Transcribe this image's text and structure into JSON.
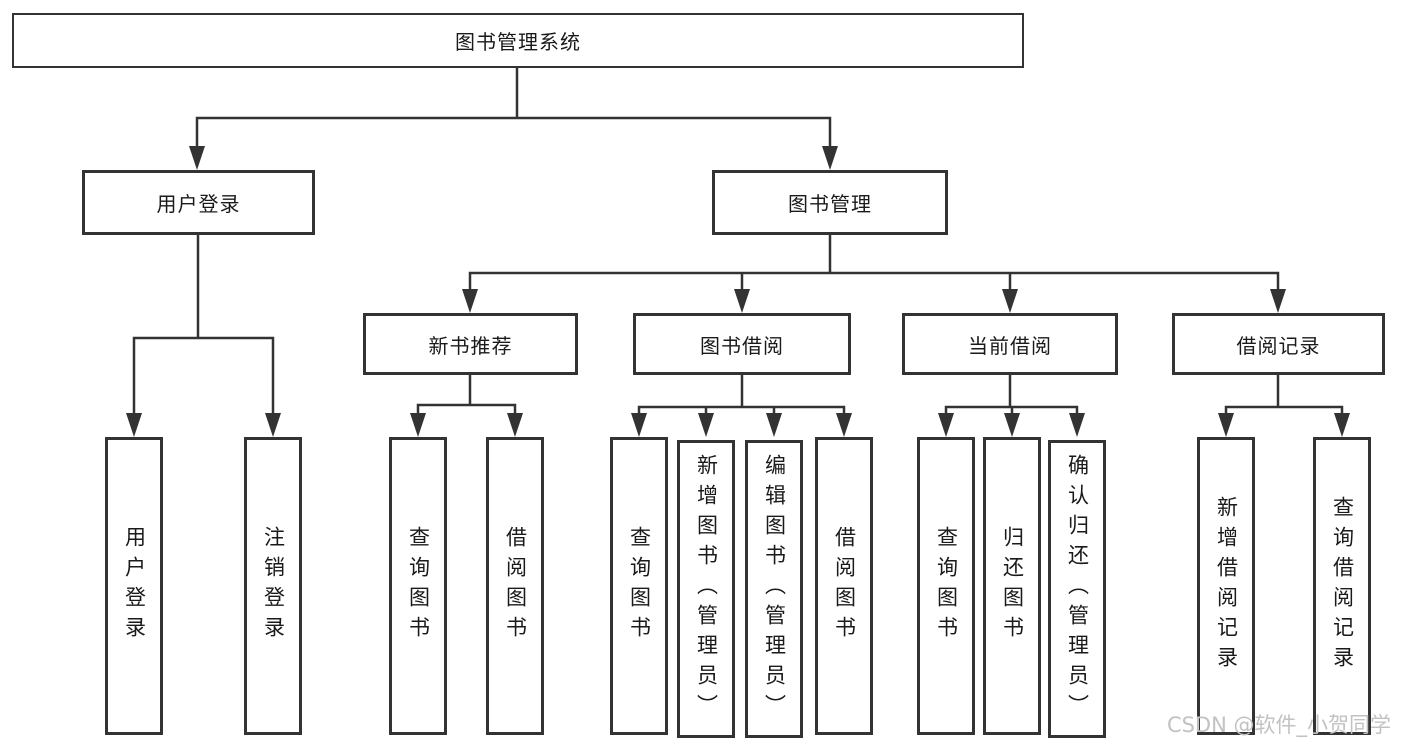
{
  "title": "图书管理系统",
  "watermark": "CSDN @软件_小贺同学",
  "colors": {
    "line": "#333333",
    "box_border": "#333333",
    "text": "#1a1a1a",
    "background": "#ffffff",
    "watermark": "#c2c2c2"
  },
  "nodes": {
    "root": {
      "label": "图书管理系统"
    },
    "user_login": {
      "label": "用户登录"
    },
    "book_mgmt": {
      "label": "图书管理"
    },
    "new_book_rec": {
      "label": "新书推荐"
    },
    "book_borrow": {
      "label": "图书借阅"
    },
    "current_borrow": {
      "label": "当前借阅"
    },
    "borrow_record": {
      "label": "借阅记录"
    },
    "leaf_user_login": {
      "label": "用户登录"
    },
    "leaf_logout": {
      "label": "注销登录"
    },
    "rec_query_book": {
      "label": "查询图书"
    },
    "rec_borrow_book": {
      "label": "借阅图书"
    },
    "bb_query_book": {
      "label": "查询图书"
    },
    "bb_add_book": {
      "label": "新增图书（管理员）"
    },
    "bb_edit_book": {
      "label": "编辑图书（管理员）"
    },
    "bb_borrow_book": {
      "label": "借阅图书"
    },
    "cb_query_book": {
      "label": "查询图书"
    },
    "cb_return_book": {
      "label": "归还图书"
    },
    "cb_confirm_return": {
      "label": "确认归还（管理员）"
    },
    "br_add_record": {
      "label": "新增借阅记录"
    },
    "br_query_record": {
      "label": "查询借阅记录"
    }
  },
  "edges": [
    [
      "root",
      "user_login"
    ],
    [
      "root",
      "book_mgmt"
    ],
    [
      "user_login",
      "leaf_user_login"
    ],
    [
      "user_login",
      "leaf_logout"
    ],
    [
      "book_mgmt",
      "new_book_rec"
    ],
    [
      "book_mgmt",
      "book_borrow"
    ],
    [
      "book_mgmt",
      "current_borrow"
    ],
    [
      "book_mgmt",
      "borrow_record"
    ],
    [
      "new_book_rec",
      "rec_query_book"
    ],
    [
      "new_book_rec",
      "rec_borrow_book"
    ],
    [
      "book_borrow",
      "bb_query_book"
    ],
    [
      "book_borrow",
      "bb_add_book"
    ],
    [
      "book_borrow",
      "bb_edit_book"
    ],
    [
      "book_borrow",
      "bb_borrow_book"
    ],
    [
      "current_borrow",
      "cb_query_book"
    ],
    [
      "current_borrow",
      "cb_return_book"
    ],
    [
      "current_borrow",
      "cb_confirm_return"
    ],
    [
      "borrow_record",
      "br_add_record"
    ],
    [
      "borrow_record",
      "br_query_record"
    ]
  ]
}
